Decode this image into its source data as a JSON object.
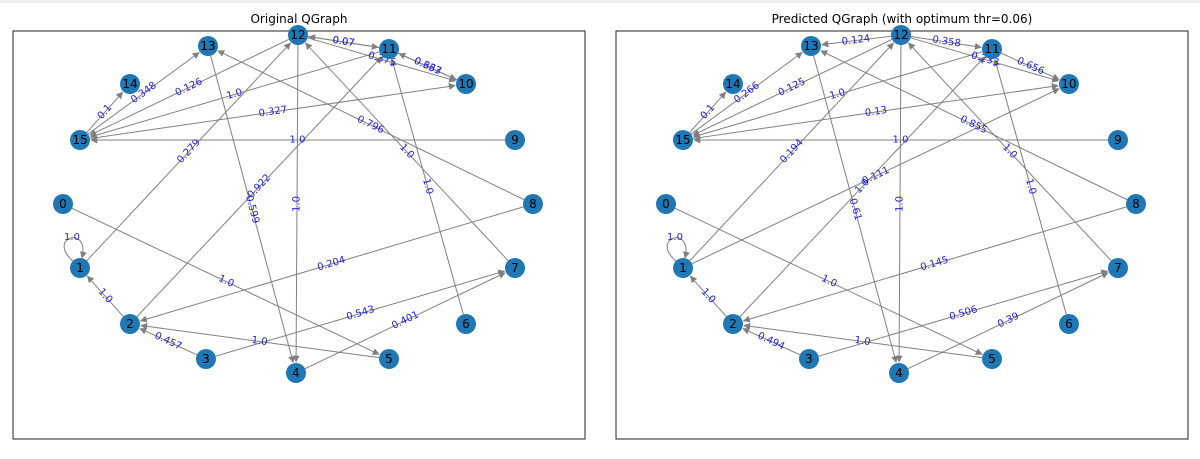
{
  "colors": {
    "node": "#1f77b4",
    "edge": "#808080",
    "edge_label": "#2222dd",
    "frame": "#222222"
  },
  "nodes": [
    "0",
    "1",
    "2",
    "3",
    "4",
    "5",
    "6",
    "7",
    "8",
    "9",
    "10",
    "11",
    "12",
    "13",
    "14",
    "15"
  ],
  "graphs": [
    {
      "title": "Original QGraph",
      "edges": [
        {
          "from": "1",
          "to": "1",
          "label": "1.0"
        },
        {
          "from": "2",
          "to": "1",
          "label": "1.0"
        },
        {
          "from": "0",
          "to": "5",
          "label": "1.0"
        },
        {
          "from": "3",
          "to": "2",
          "label": "0.457"
        },
        {
          "from": "5",
          "to": "2",
          "label": "1.0"
        },
        {
          "from": "8",
          "to": "2",
          "label": "0.204"
        },
        {
          "from": "3",
          "to": "7",
          "label": "0.543"
        },
        {
          "from": "4",
          "to": "7",
          "label": "0.401"
        },
        {
          "from": "13",
          "to": "4",
          "label": "0.599"
        },
        {
          "from": "12",
          "to": "4",
          "label": "1.0"
        },
        {
          "from": "7",
          "to": "12",
          "label": "1.0"
        },
        {
          "from": "1",
          "to": "12",
          "label": "0.279"
        },
        {
          "from": "2",
          "to": "11",
          "label": "0.922"
        },
        {
          "from": "6",
          "to": "11",
          "label": "1.0"
        },
        {
          "from": "9",
          "to": "15",
          "label": "1.0"
        },
        {
          "from": "8",
          "to": "13",
          "label": "0.796"
        },
        {
          "from": "15",
          "to": "10",
          "label": "0.327"
        },
        {
          "from": "15",
          "to": "13",
          "label": "0.348"
        },
        {
          "from": "15",
          "to": "14",
          "label": "0.1"
        },
        {
          "from": "12",
          "to": "15",
          "label": "0.126"
        },
        {
          "from": "11",
          "to": "15",
          "label": "1.0"
        },
        {
          "from": "12",
          "to": "11",
          "label": "0.07"
        },
        {
          "from": "12",
          "to": "10",
          "label": "0.375"
        },
        {
          "from": "11",
          "to": "10",
          "label": "0.363"
        },
        {
          "from": "11",
          "to": "12",
          "label": "0.07"
        },
        {
          "from": "10",
          "to": "11",
          "label": "0.637"
        }
      ]
    },
    {
      "title": "Predicted QGraph (with optimum thr=0.06)",
      "edges": [
        {
          "from": "1",
          "to": "1",
          "label": "1.0"
        },
        {
          "from": "2",
          "to": "1",
          "label": "1.0"
        },
        {
          "from": "0",
          "to": "5",
          "label": "1.0"
        },
        {
          "from": "3",
          "to": "2",
          "label": "0.494"
        },
        {
          "from": "5",
          "to": "2",
          "label": "1.0"
        },
        {
          "from": "8",
          "to": "2",
          "label": "0.145"
        },
        {
          "from": "3",
          "to": "7",
          "label": "0.506"
        },
        {
          "from": "4",
          "to": "7",
          "label": "0.39"
        },
        {
          "from": "13",
          "to": "4",
          "label": "0.61"
        },
        {
          "from": "12",
          "to": "4",
          "label": "1.0"
        },
        {
          "from": "7",
          "to": "12",
          "label": "1.0"
        },
        {
          "from": "1",
          "to": "12",
          "label": "0.194"
        },
        {
          "from": "1",
          "to": "10",
          "label": "0.111"
        },
        {
          "from": "2",
          "to": "11",
          "label": "1.0"
        },
        {
          "from": "6",
          "to": "11",
          "label": "1.0"
        },
        {
          "from": "9",
          "to": "15",
          "label": "1.0"
        },
        {
          "from": "8",
          "to": "13",
          "label": "0.855"
        },
        {
          "from": "15",
          "to": "10",
          "label": "0.13"
        },
        {
          "from": "15",
          "to": "13",
          "label": "0.266"
        },
        {
          "from": "15",
          "to": "14",
          "label": "0.1"
        },
        {
          "from": "12",
          "to": "15",
          "label": "0.125"
        },
        {
          "from": "11",
          "to": "15",
          "label": "1.0"
        },
        {
          "from": "12",
          "to": "13",
          "label": "0.124"
        },
        {
          "from": "12",
          "to": "11",
          "label": "0.358"
        },
        {
          "from": "12",
          "to": "10",
          "label": "0.233"
        },
        {
          "from": "11",
          "to": "10",
          "label": "0.656"
        }
      ]
    }
  ]
}
